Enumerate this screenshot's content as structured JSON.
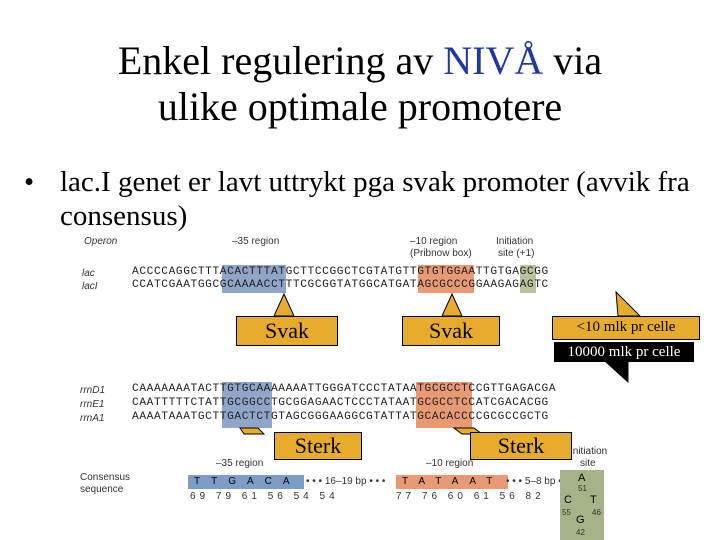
{
  "slide": {
    "title_part1": "Enkel regulering av",
    "title_accent": "NIVÅ",
    "title_part2": "via",
    "title_line2": "ulike optimale promotere",
    "bullet_symbol": "•",
    "bullet_text": "lac.I genet er lavt uttrykt pga svak promoter (avvik fra consensus)",
    "accent_color": "#1f3a9e"
  },
  "figure": {
    "header_operon": "Operon",
    "header_35": "–35 region",
    "header_10": "–10 region",
    "header_pribnow": "(Pribnow box)",
    "header_init": "Initiation",
    "header_site": "site (+1)",
    "weak_rows": [
      {
        "gene": "lac",
        "seq": "ACCCCAGGCTTTACACTTTATGCTTCCGGCTCGTATGTTGTGTGGAATTGTGAGCGG"
      },
      {
        "gene": "lacI",
        "seq": "CCATCGAATGGCGCAAAACCTTTCGCGGTATGGCATGATAGCGCCCGGAAGAGAGTC"
      }
    ],
    "strong_rows": [
      {
        "gene": "rrnD1",
        "seq": "CAAAAAAATACTTGTGCAAAAAAATTGGGATCCCTATAATGCGCCTCCGTTGAGACGA"
      },
      {
        "gene": "rrnE1",
        "seq": "CAATTTTTCTATTGCGGCCTGCGGAGAACTCCCTATAATGCGCCTCCATCGACACGG"
      },
      {
        "gene": "rrnA1",
        "seq": "AAAATAAATGCTTGACTCTGTAGCGGGAAGGCGTATTATGCACACCCCGCGCCGCTG"
      }
    ],
    "consensus_label_1": "Consensus",
    "consensus_label_2": "sequence",
    "cons_35_label": "–35 region",
    "cons_10_label": "–10 region",
    "cons_init_1": "Initiation",
    "cons_init_2": "site",
    "cons_35_bases": "TTGACA",
    "cons_35_nums": "69 79 61 56 54 54",
    "spacer_1": "• • • 16–19 bp • • •",
    "cons_10_bases": "TATAAT",
    "cons_10_nums": "77 76 60 61 56 82",
    "spacer_2": "• • • 5–8 bp • • •",
    "init_bases": [
      "A",
      "C",
      "T",
      "G"
    ],
    "init_nums": [
      "51",
      "55",
      "46",
      "42"
    ]
  },
  "callouts": {
    "weak_1": "Svak",
    "weak_2": "Svak",
    "strong_1": "Sterk",
    "strong_2": "Sterk",
    "level_low": "<10 mlk pr celle",
    "level_high": "10000 mlk pr celle"
  }
}
